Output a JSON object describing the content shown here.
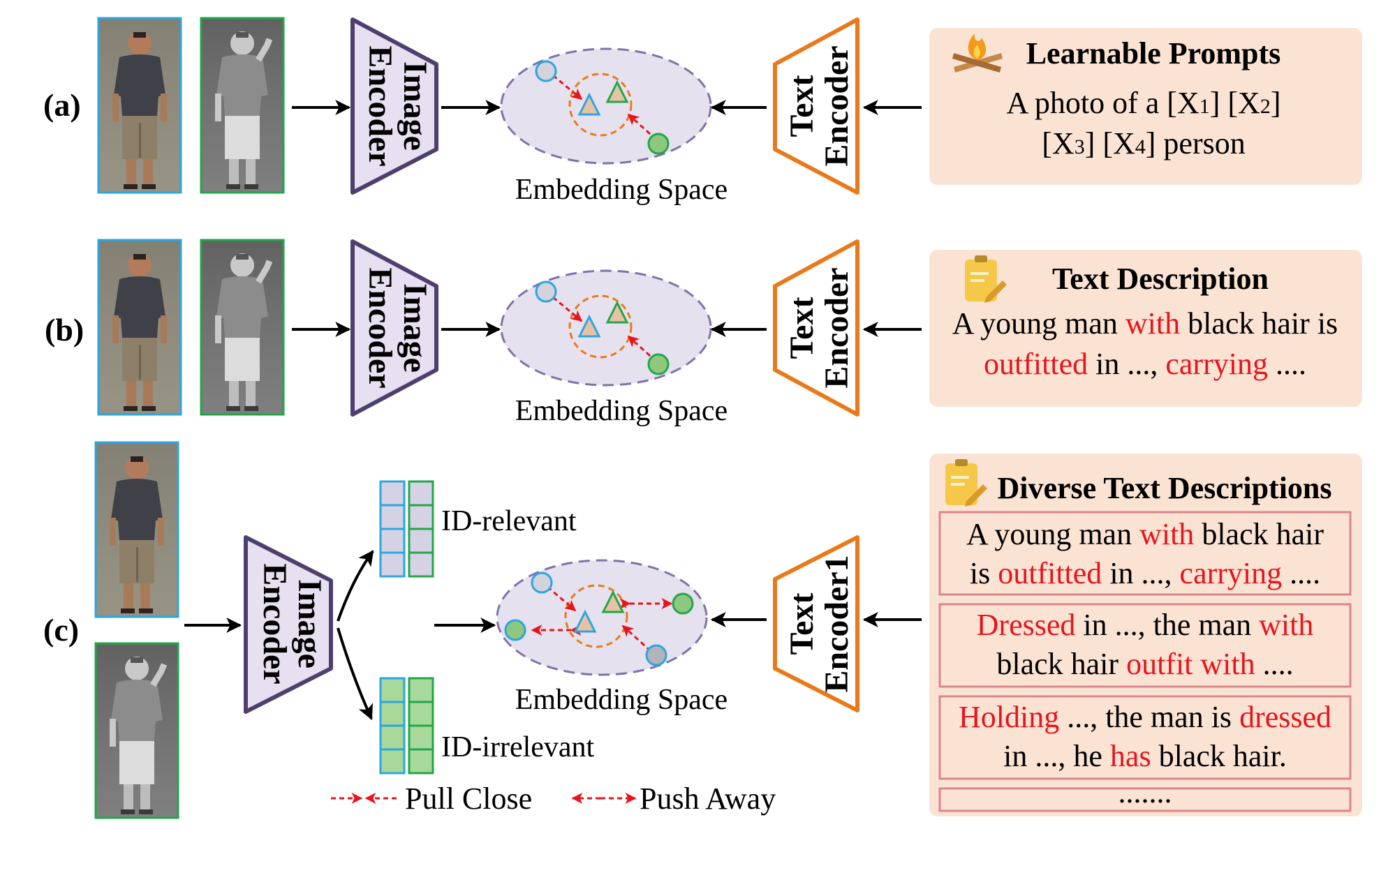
{
  "rows": {
    "a": {
      "label": "(a)"
    },
    "b": {
      "label": "(b)"
    },
    "c": {
      "label": "(c)"
    }
  },
  "image_encoder": {
    "line1": "Image",
    "line2": "Encoder"
  },
  "text_encoder": {
    "line1": "Text",
    "line2": "Encoder"
  },
  "text_encoder_c": {
    "line1": "Text",
    "line2": "Encoder1"
  },
  "embedding_space": "Embedding Space",
  "feature_labels": {
    "relevant": "ID-relevant",
    "irrelevant": "ID-irrelevant"
  },
  "legend": {
    "pull": "Pull Close",
    "push": "Push Away"
  },
  "panel_a": {
    "title": "Learnable Prompts",
    "line1": {
      "p1": "A photo of a [X",
      "s1": "1",
      "p2": "] [X",
      "s2": "2",
      "p3": "]"
    },
    "line2": {
      "p1": "[X",
      "s1": "3",
      "p2": "] [X",
      "s2": "4",
      "p3": "] person"
    }
  },
  "panel_b": {
    "title": "Text Description",
    "line1": {
      "t1": "A young man ",
      "r1": "with",
      "t2": " black hair is"
    },
    "line2": {
      "r1": "outfitted",
      "t1": " in ..., ",
      "r2": "carrying",
      "t2": " ...."
    }
  },
  "panel_c": {
    "title": "Diverse Text Descriptions",
    "box1": {
      "line1": {
        "t1": "A young man ",
        "r1": "with",
        "t2": " black hair"
      },
      "line2": {
        "t1": "is ",
        "r1": "outfitted",
        "t2": " in ..., ",
        "r2": "carrying",
        "t3": " ...."
      }
    },
    "box2": {
      "line1": {
        "r1": "Dressed",
        "t1": " in ..., the man ",
        "r2": "with"
      },
      "line2": {
        "t1": "black hair ",
        "r1": "outfit with",
        "t2": " ...."
      }
    },
    "box3": {
      "line1": {
        "r1": "Holding",
        "t1": " ..., the man is ",
        "r2": "dressed"
      },
      "line2": {
        "t1": "in ..., he ",
        "r1": "has",
        "t2": " black hair."
      }
    },
    "box4": "......."
  },
  "colors": {
    "encoder_fill": "#e6e0f0",
    "encoder_stroke": "#4f3f6e",
    "text_encoder_fill": "#ffffff",
    "text_encoder_stroke": "#e87a1a",
    "panel_fill": "#fbe3d4",
    "panel_box_stroke": "#d9868a",
    "embedding_fill": "#e5e1ee",
    "embedding_stroke": "#8271a8",
    "rgb_frame": "#2ba6e0",
    "ir_frame": "#22a64a",
    "highlight_red": "#e8141c"
  },
  "icons": {
    "prompt": "campfire-icon",
    "description": "clipboard-pencil-icon"
  }
}
